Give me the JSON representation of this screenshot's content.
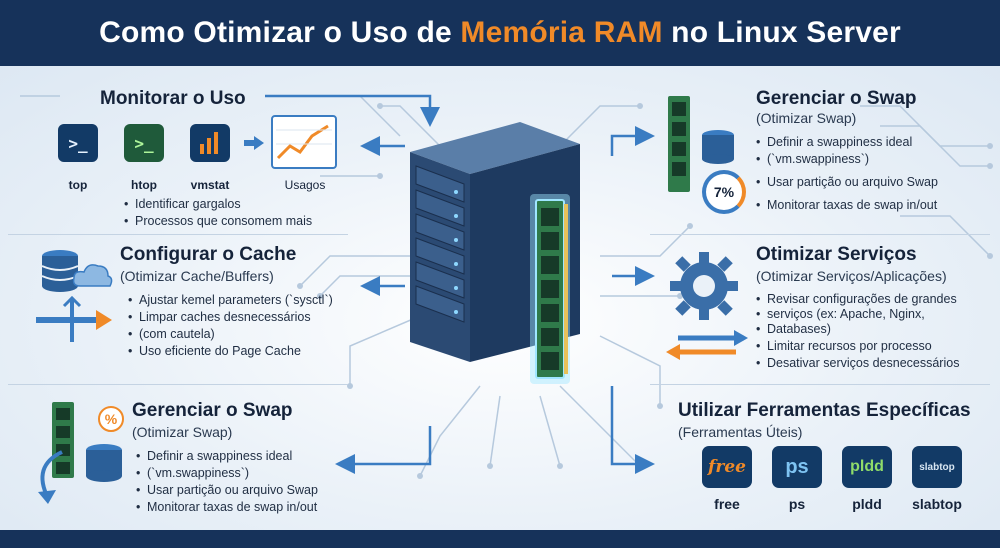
{
  "header": {
    "title_before": "Como Otimizar o Uso de ",
    "title_highlight": "Memória RAM",
    "title_after": " no Linux Server"
  },
  "monitor": {
    "title": "Monitorar o Uso",
    "tools": [
      "top",
      "htop",
      "vmstat",
      "Usagos"
    ],
    "bullets": [
      "Identificar gargalos",
      "Processos que consomem mais"
    ]
  },
  "cache": {
    "title": "Configurar o Cache",
    "subtitle": "(Otimizar Cache/Buffers)",
    "bullets": [
      "Ajustar kemel parameters (`sysctl`)",
      "Limpar caches desnecessários",
      "(com cautela)",
      "Uso eficiente do Page Cache"
    ]
  },
  "swap_bottom": {
    "title": "Gerenciar o Swap",
    "subtitle": "(Otimizar Swap)",
    "bullets": [
      "Definir a swappiness ideal",
      "(`vm.swappiness`)",
      "Usar partição ou arquivo Swap",
      "Monitorar taxas de swap in/out"
    ],
    "percent_icon": "%"
  },
  "swap_top": {
    "title": "Gerenciar o Swap",
    "subtitle": "(Otimizar Swap)",
    "bullets": [
      "Definir a swappiness ideal",
      "(`vm.swappiness`)",
      "Usar partição ou arquivo Swap",
      "Monitorar taxas de swap in/out"
    ],
    "gauge_value": "7%"
  },
  "services": {
    "title": "Otimizar Serviços",
    "subtitle": "(Otimizar Serviços/Aplicações)",
    "bullets": [
      "Revisar configurações de grandes",
      "serviços (ex: Apache, Nginx,",
      "Databases)",
      "Limitar recursos por processo",
      "Desativar serviços desnecessários"
    ]
  },
  "tools": {
    "title": "Utilizar Ferramentas Específicas",
    "subtitle": "(Ferramentas Úteis)",
    "items": [
      {
        "icon": "free",
        "label": "free",
        "color": "#f08a28"
      },
      {
        "icon": "ps",
        "label": "ps",
        "color": "#7ec3f2"
      },
      {
        "icon": "pldd",
        "label": "pldd",
        "color": "#8fdc6a"
      },
      {
        "icon": "slabtop",
        "label": "slabtop",
        "color": "#d8e6f2"
      }
    ]
  },
  "colors": {
    "header_bg": "#16325a",
    "accent_orange": "#f08a28",
    "accent_blue": "#3a7cc2",
    "terminal_blue": "#123a66",
    "terminal_green": "#1f5a3a",
    "ram_green": "#2f7a4a"
  },
  "icons": [
    "terminal-icon",
    "line-chart-icon",
    "database-icon",
    "cloud-icon",
    "gear-icon",
    "ram-stick-icon",
    "server-tower-icon",
    "gauge-icon",
    "percent-icon",
    "swap-arrows-icon"
  ]
}
